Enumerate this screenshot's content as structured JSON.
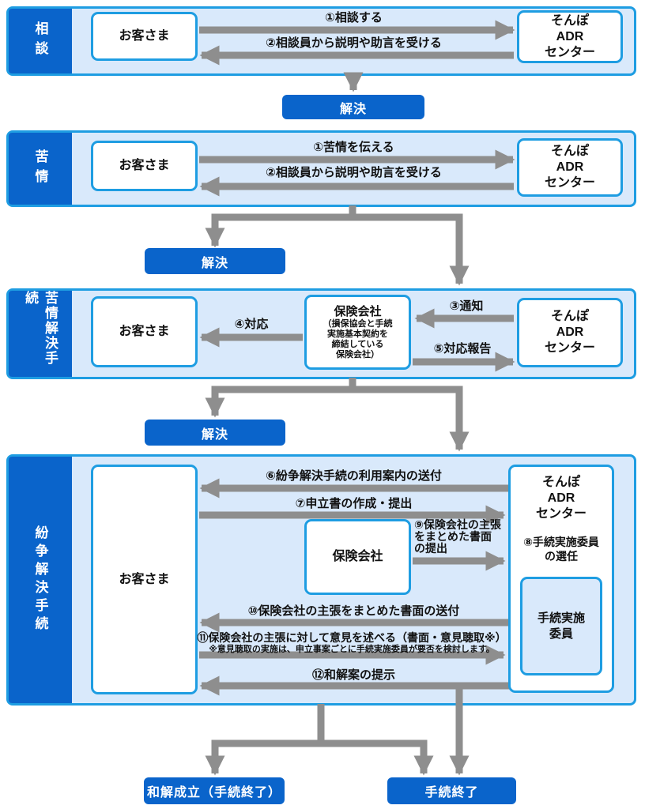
{
  "colors": {
    "primary_blue": "#0a64cb",
    "border_blue": "#1e9de2",
    "panel_blue": "#d9e9fb",
    "arrow_gray": "#8e8e8e",
    "text": "#111111"
  },
  "sections": [
    {
      "label": "相談",
      "boxes": {
        "customer": "お客さま",
        "adr": "そんぽ\nADR\nセンター"
      },
      "arrows": [
        {
          "label": "①相談する"
        },
        {
          "label": "②相談員から説明や助言を受ける"
        }
      ],
      "result": "解決"
    },
    {
      "label": "苦情",
      "boxes": {
        "customer": "お客さま",
        "adr": "そんぽ\nADR\nセンター"
      },
      "arrows": [
        {
          "label": "①苦情を伝える"
        },
        {
          "label": "②相談員から説明や助言を受ける"
        }
      ],
      "result": "解決"
    },
    {
      "label": "苦情解決手続",
      "boxes": {
        "customer": "お客さま",
        "insurer_title": "保険会社",
        "insurer_note": "（損保協会と手続\n実施基本契約を\n締結している\n保険会社）",
        "adr": "そんぽ\nADR\nセンター"
      },
      "arrows": [
        {
          "label": "③通知"
        },
        {
          "label": "④対応"
        },
        {
          "label": "⑤対応報告"
        }
      ],
      "result": "解決"
    },
    {
      "label": "紛争解決手続",
      "boxes": {
        "customer": "お客さま",
        "insurer": "保険会社",
        "adr": "そんぽ\nADR\nセンター",
        "adr_note": "⑧手続実施委員\nの選任",
        "committee": "手続実施\n委員"
      },
      "arrows": [
        {
          "label": "⑥紛争解決手続の利用案内の送付"
        },
        {
          "label": "⑦申立書の作成・提出"
        },
        {
          "label": "⑨保険会社の主張\nをまとめた書面\nの提出"
        },
        {
          "label": "⑩保険会社の主張をまとめた書面の送付"
        },
        {
          "label": "⑪保険会社の主張に対して意見を述べる（書面・意見聴取※）",
          "note": "※意見聴取の実施は、申立事案ごとに手続実施委員が要否を検討します。"
        },
        {
          "label": "⑫和解案の提示"
        }
      ]
    }
  ],
  "outcomes": {
    "settled": "和解成立（手続終了）",
    "ended": "手続終了"
  }
}
